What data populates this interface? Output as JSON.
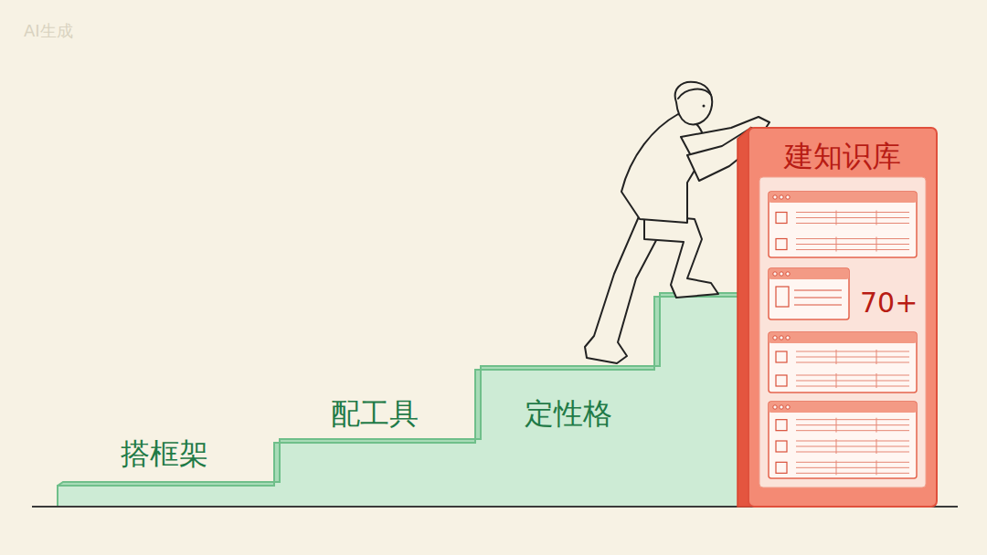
{
  "diagram": {
    "nodes": [
      {
        "text": [
          "搭框架"
        ]
      },
      {
        "text": [
          "配工具"
        ]
      },
      {
        "text": [
          "定性格"
        ]
      },
      {
        "text": [
          "建知识库",
          "70+"
        ]
      }
    ],
    "labels": [
      "AI生成"
    ]
  }
}
